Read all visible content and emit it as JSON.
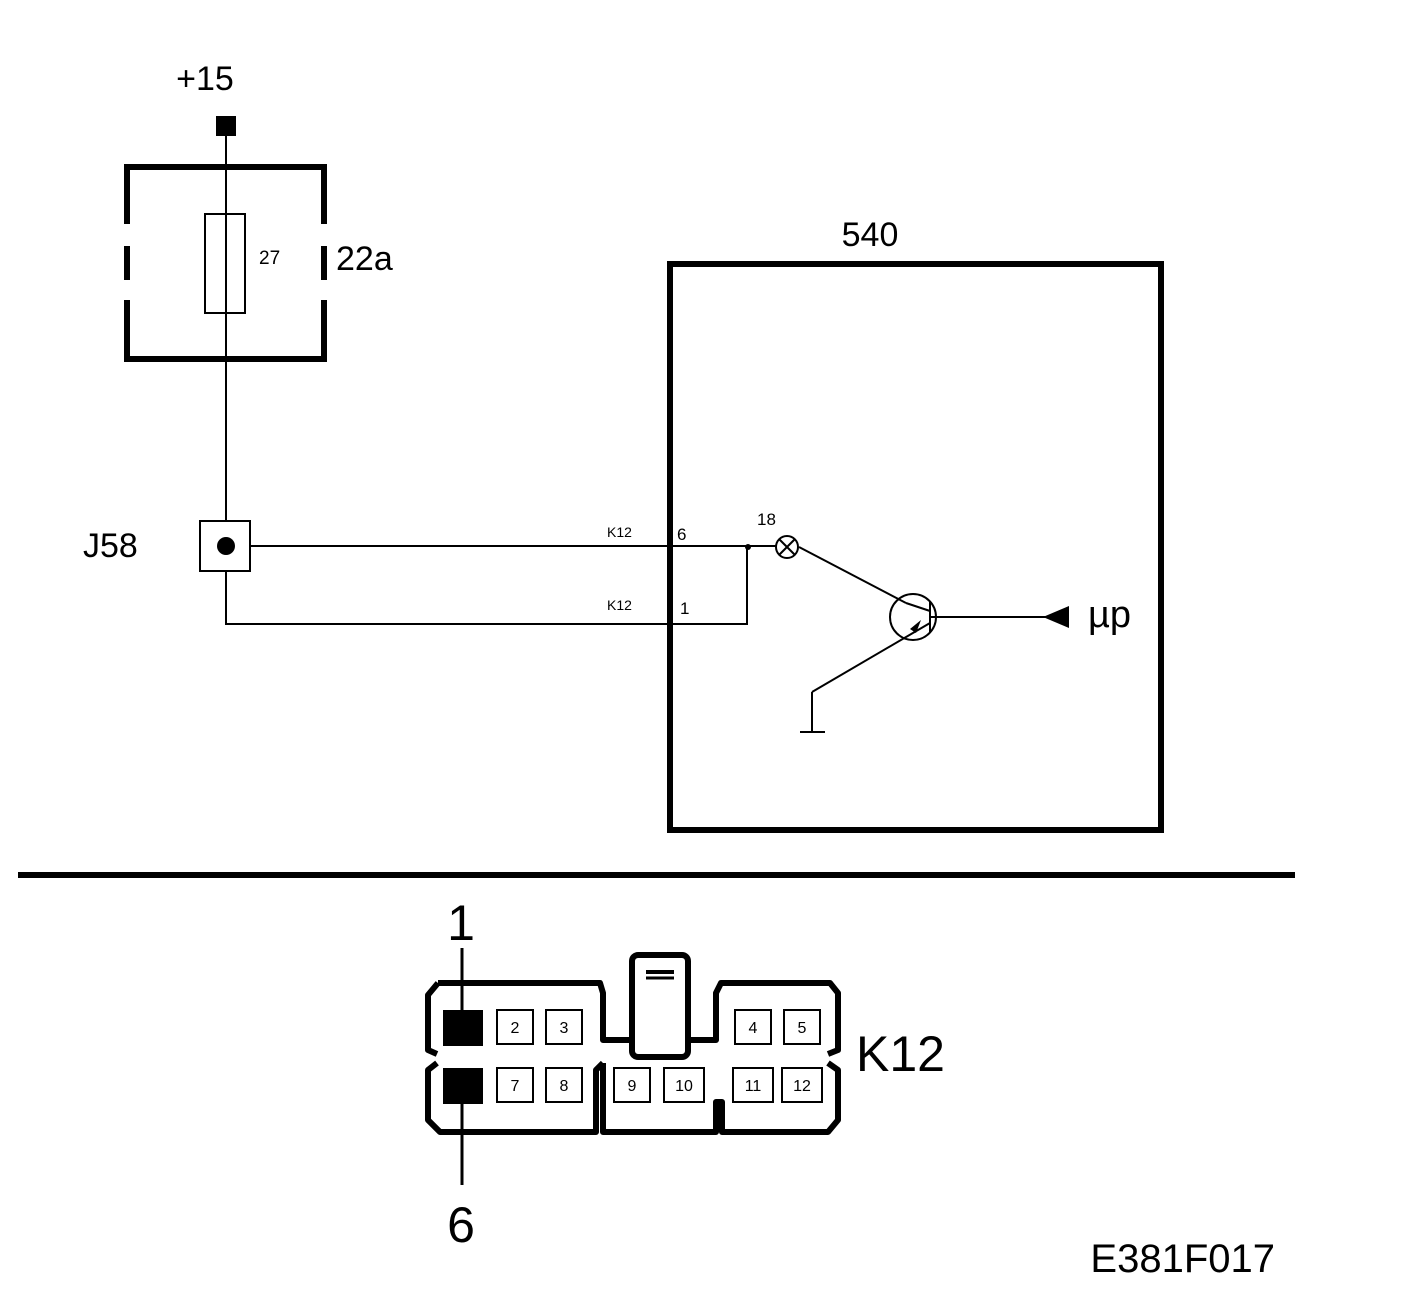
{
  "supply": {
    "label": "+15"
  },
  "fuse_box": {
    "label": "22a",
    "fuse_number": "27"
  },
  "junction": {
    "label": "J58"
  },
  "control_unit": {
    "label": "540",
    "lamp_number": "18",
    "input_label": "µp"
  },
  "wires": [
    {
      "connector": "K12",
      "pin": "6"
    },
    {
      "connector": "K12",
      "pin": "1"
    }
  ],
  "connector_view": {
    "label": "K12",
    "callout_top": "1",
    "callout_bottom": "6",
    "top_row_pins": [
      "2",
      "3",
      "4",
      "5"
    ],
    "bottom_row_pins": [
      "7",
      "8",
      "9",
      "10",
      "11",
      "12"
    ]
  },
  "figure_code": "E381F017"
}
